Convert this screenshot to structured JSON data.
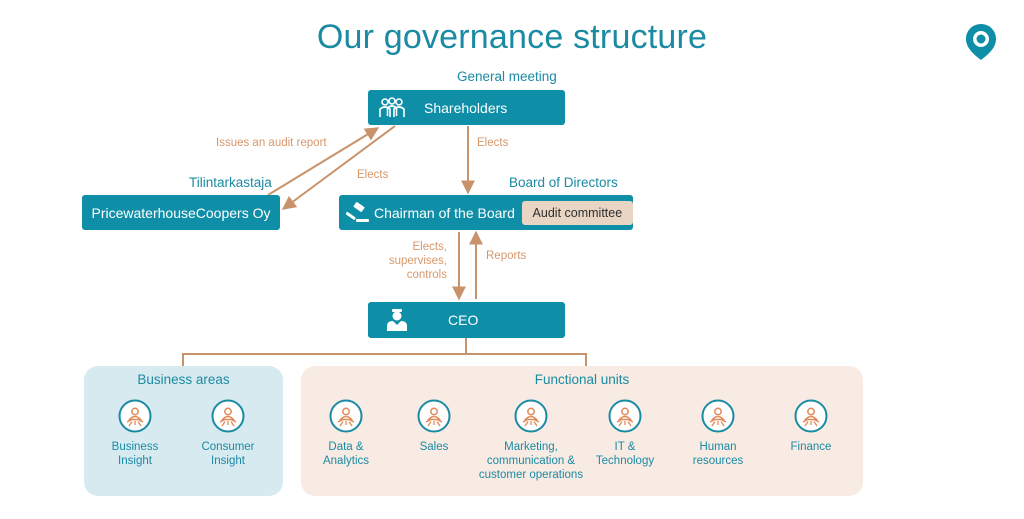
{
  "title": "Our governance structure",
  "logo_icon": "location-pin-logo-icon",
  "nodes": {
    "general_meeting": "General meeting",
    "shareholders": "Shareholders",
    "auditor_heading": "Tilintarkastaja",
    "auditor": "PricewaterhouseCoopers Oy",
    "board_heading": "Board of Directors",
    "chairman": "Chairman of the Board",
    "audit_committee": "Audit committee",
    "ceo": "CEO"
  },
  "edges": {
    "issues_audit_report": "Issues an audit report",
    "elects_auditor": "Elects",
    "elects_board": "Elects",
    "elects_supervises_controls": "Elects,\nsupervises,\ncontrols",
    "reports": "Reports"
  },
  "business_areas": {
    "title": "Business areas",
    "items": [
      {
        "label": "Business\nInsight",
        "icon": "person-network-icon"
      },
      {
        "label": "Consumer\nInsight",
        "icon": "person-network-icon"
      }
    ]
  },
  "functional_units": {
    "title": "Functional units",
    "items": [
      {
        "label": "Data &\nAnalytics",
        "icon": "person-network-icon"
      },
      {
        "label": "Sales",
        "icon": "person-network-icon"
      },
      {
        "label": "Marketing,\ncommunication &\ncustomer operations",
        "icon": "person-network-icon"
      },
      {
        "label": "IT &\nTechnology",
        "icon": "person-network-icon"
      },
      {
        "label": "Human\nresources",
        "icon": "person-network-icon"
      },
      {
        "label": "Finance",
        "icon": "person-network-icon"
      }
    ]
  },
  "colors": {
    "teal": "#0e8fa7",
    "teal_text": "#1b8aa3",
    "arrow": "#c8936a",
    "business_panel": "#d7eaf0",
    "functional_panel": "#f8ebe3",
    "audit_committee_bg": "#e9d5c3"
  }
}
